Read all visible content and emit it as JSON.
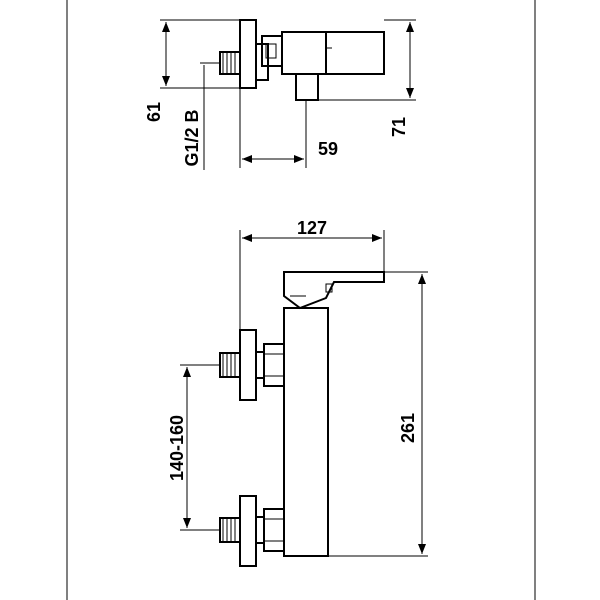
{
  "drawing": {
    "top_view": {
      "dimensions": {
        "height_left": "61",
        "thread": "G1/2 B",
        "depth": "59",
        "height_right": "71"
      }
    },
    "front_view": {
      "dimensions": {
        "width": "127",
        "total_height": "261",
        "center_distance": "140-160"
      }
    }
  }
}
